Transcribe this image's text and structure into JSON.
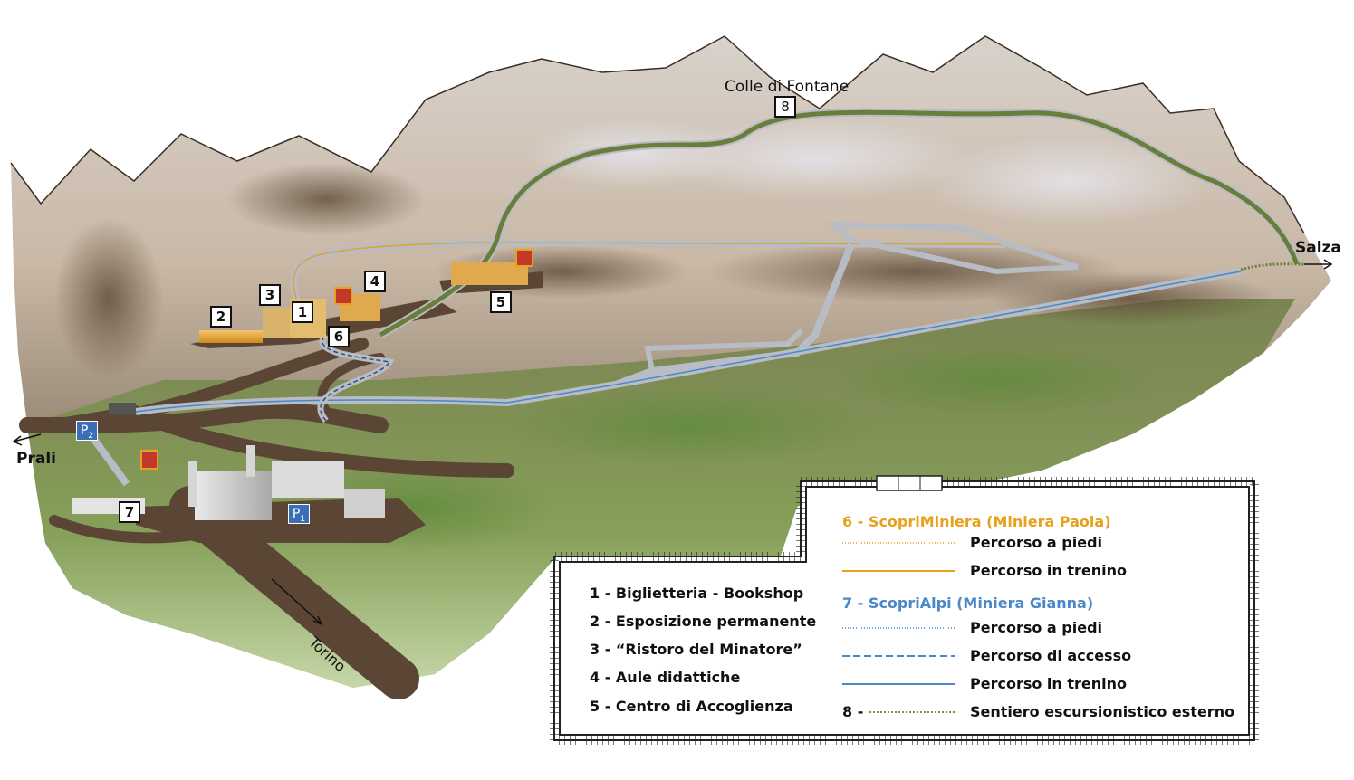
{
  "places": {
    "colle": "Colle di Fontane",
    "salza": "Salza",
    "prali": "Prali",
    "torino": "Torino"
  },
  "markers": [
    "1",
    "2",
    "3",
    "4",
    "5",
    "6",
    "7",
    "8"
  ],
  "parking": {
    "p1": "P",
    "p1_sub": "1",
    "p2": "P",
    "p2_sub": "2"
  },
  "legend": {
    "left_items": [
      "1 - Biglietteria - Bookshop",
      "2 - Esposizione permanente",
      "3 - “Ristoro del Minatore”",
      "4 - Aule didattiche",
      "5 - Centro di Accoglienza"
    ],
    "group6_title": "6 - ScopriMiniera (Miniera Paola)",
    "group6_items": [
      "Percorso a piedi",
      "Percorso in trenino"
    ],
    "group7_title": "7 - ScopriAlpi (Miniera Gianna)",
    "group7_items": [
      "Percorso a piedi",
      "Percorso di accesso",
      "Percorso in trenino"
    ],
    "item8_prefix": "8 -",
    "item8_label": "Sentiero escursionistico esterno"
  },
  "colors": {
    "orange": "#e8a11c",
    "blue": "#4a88c7",
    "green_trail": "#6b7d3a",
    "road": "#5b4636",
    "rail": "#b8bcc4"
  }
}
